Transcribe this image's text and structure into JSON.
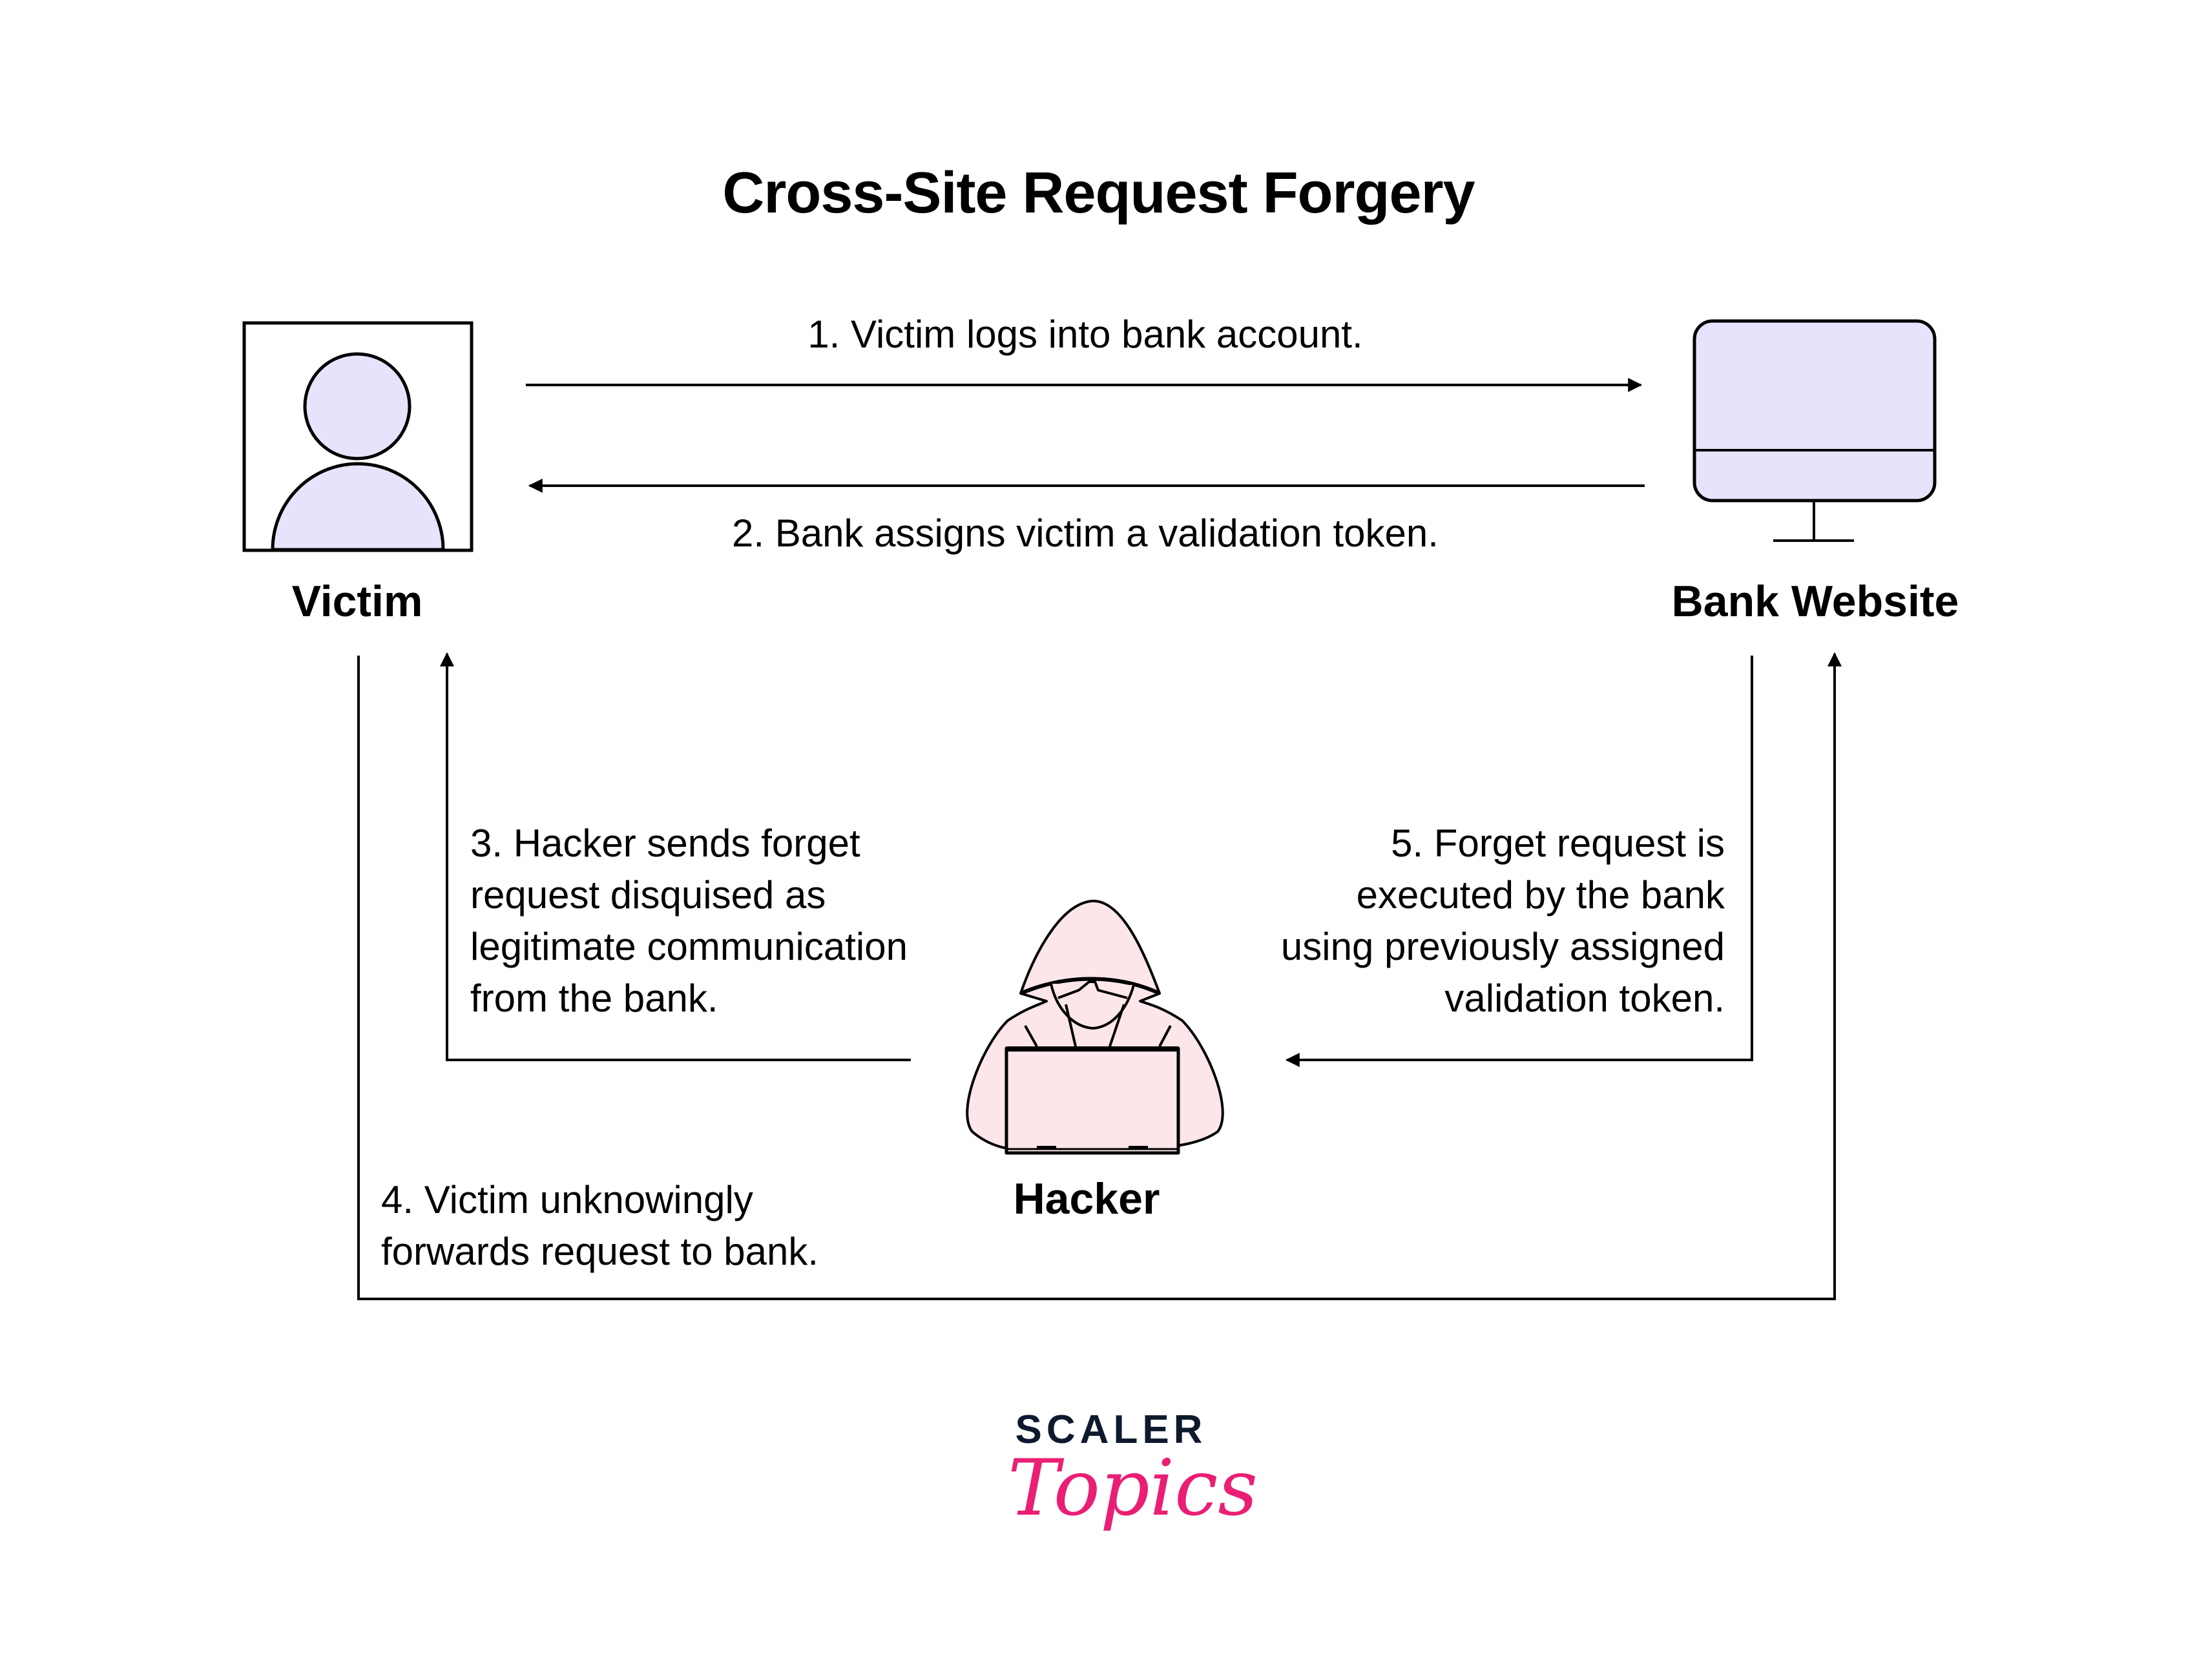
{
  "title": "Cross-Site Request Forgery",
  "entities": {
    "victim": {
      "label": "Victim",
      "icon": "person-icon"
    },
    "bank": {
      "label": "Bank Website",
      "icon": "monitor-icon"
    },
    "hacker": {
      "label": "Hacker",
      "icon": "hooded-hacker-laptop-icon"
    }
  },
  "steps": [
    {
      "id": 1,
      "from": "Victim",
      "to": "Bank Website",
      "lines": [
        "1. Victim logs into bank account."
      ]
    },
    {
      "id": 2,
      "from": "Bank Website",
      "to": "Victim",
      "lines": [
        "2. Bank assigns victim a validation token."
      ]
    },
    {
      "id": 3,
      "from": "Hacker",
      "to": "Victim",
      "lines": [
        "3. Hacker sends forget",
        "request disquised as",
        "legitimate communication",
        "from the bank."
      ]
    },
    {
      "id": 4,
      "from": "Victim",
      "to": "Bank Website",
      "lines": [
        "4. Victim unknowingly",
        "forwards request to bank."
      ]
    },
    {
      "id": 5,
      "from": "Bank Website",
      "to": "Hacker",
      "lines": [
        "5. Forget request is",
        "executed by the bank",
        "using previously assigned",
        "validation token."
      ]
    }
  ],
  "logo": {
    "line1": "SCALER",
    "line2": "Topics"
  },
  "colors": {
    "stroke": "#000000",
    "victim_fill": "#e6e4fc",
    "bank_fill": "#e6e4fc",
    "hacker_fill": "#fde6e9",
    "logo_dark": "#0d1a2d",
    "logo_pink": "#ea1e74"
  }
}
